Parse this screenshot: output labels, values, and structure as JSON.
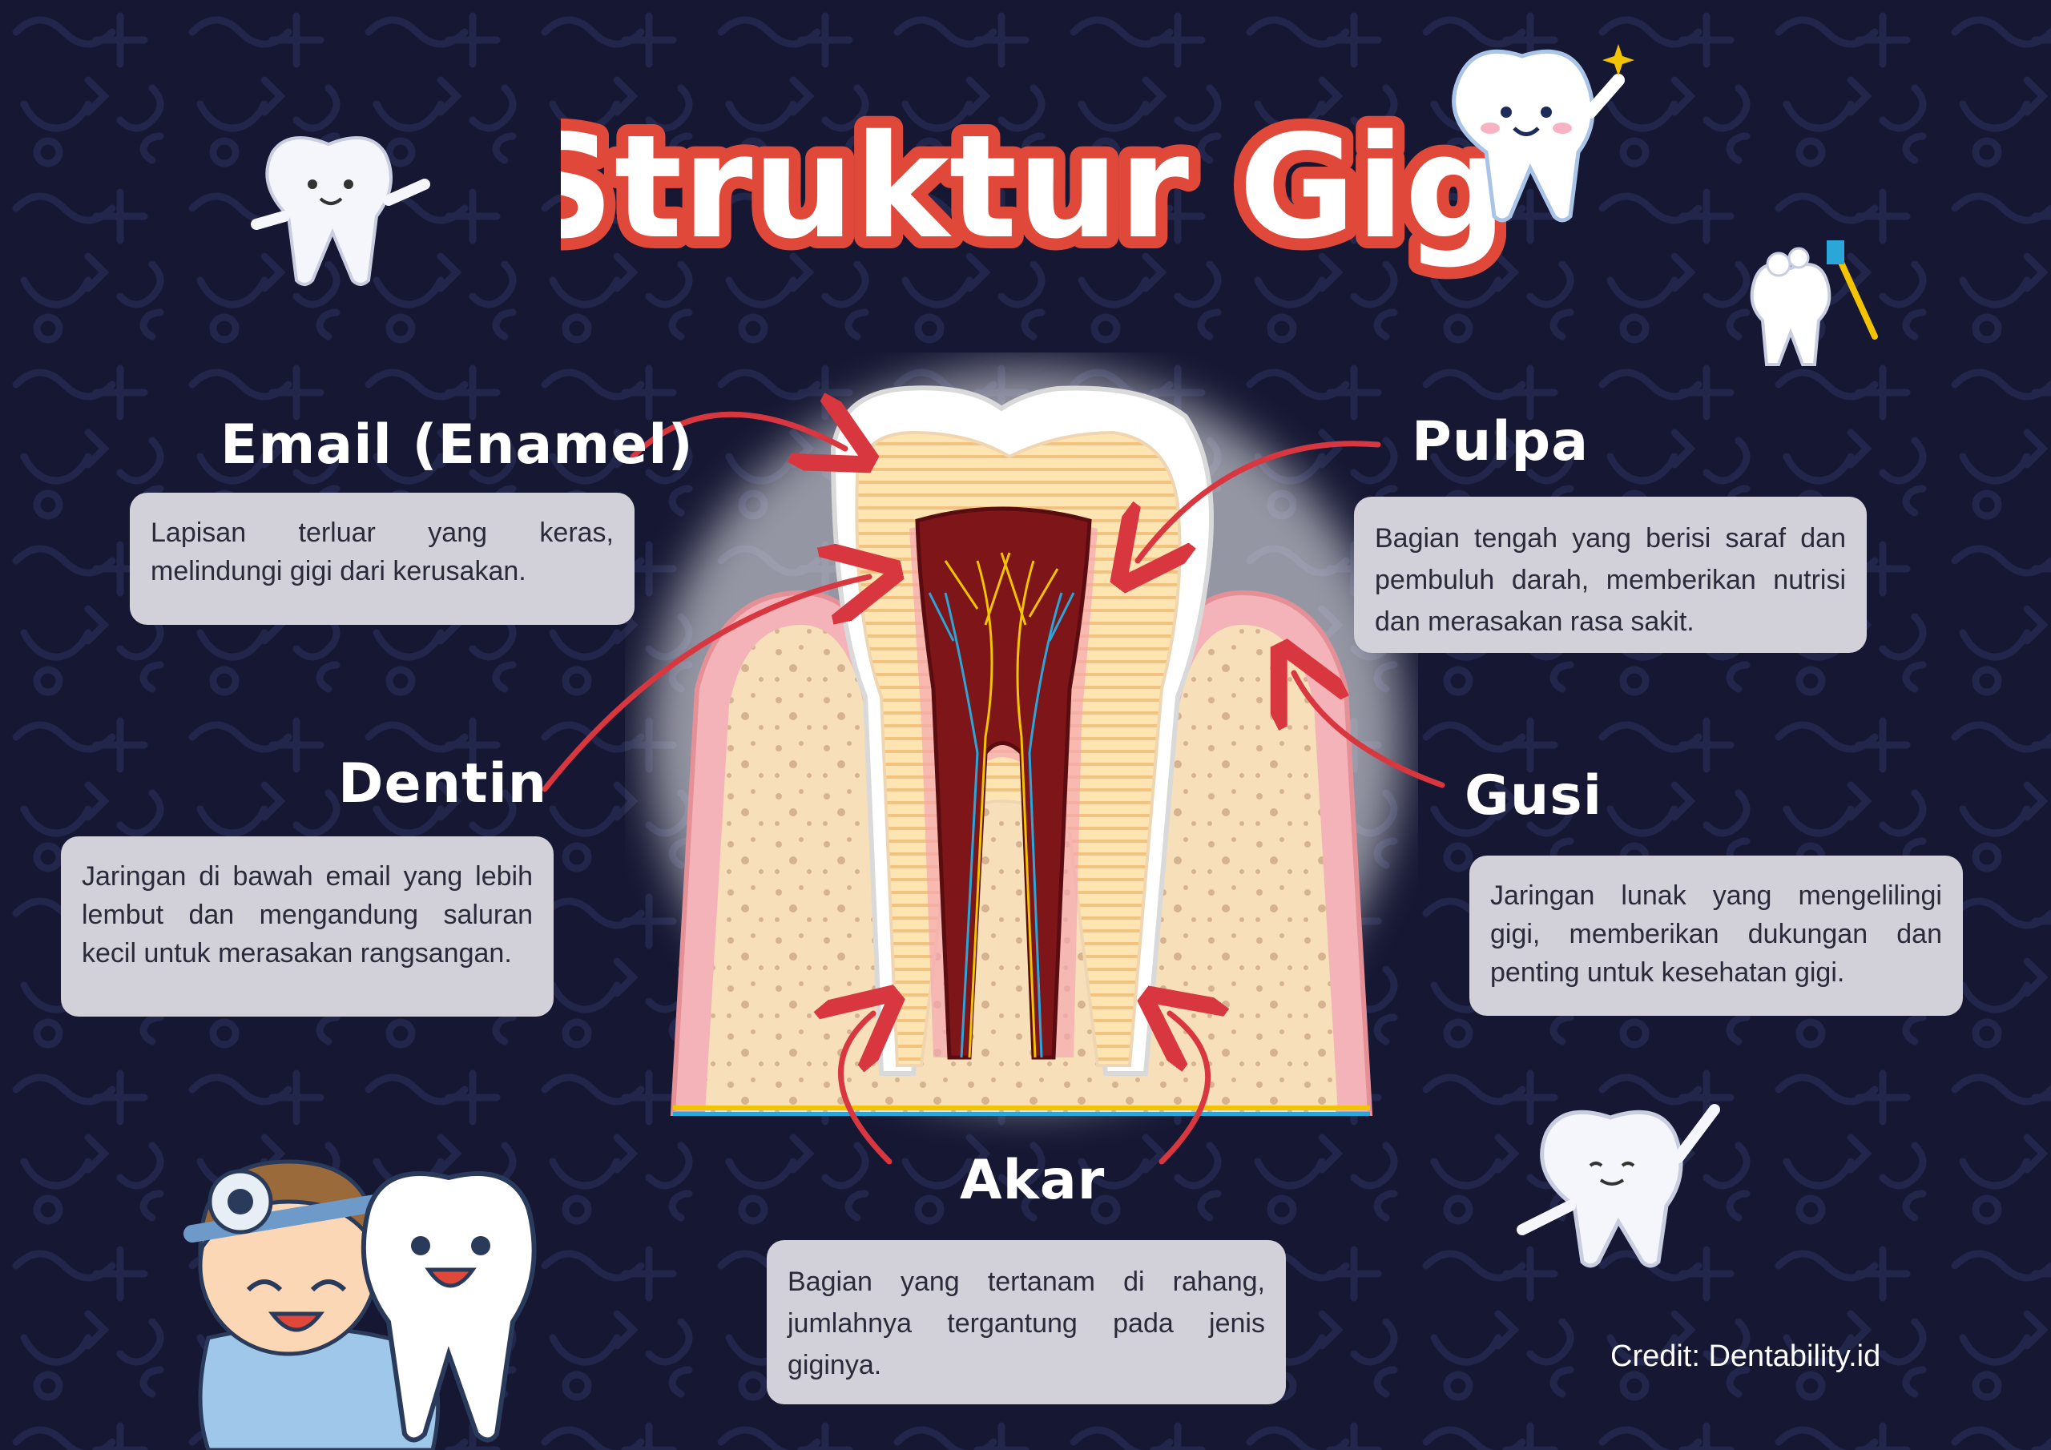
{
  "title": "Struktur Gigi",
  "colors": {
    "background": "#151733",
    "title_fill": "#ffffff",
    "title_outline": "#e0493a",
    "card": "#d2d0d8",
    "arrow": "#d9373f"
  },
  "parts": {
    "email": {
      "label": "Email (Enamel)",
      "description": "Lapisan terluar yang keras, melindungi gigi dari kerusakan."
    },
    "dentin": {
      "label": "Dentin",
      "description": "Jaringan di bawah email yang lebih lembut dan mengandung saluran kecil untuk merasakan rangsangan."
    },
    "pulpa": {
      "label": "Pulpa",
      "description": "Bagian tengah yang berisi saraf dan pembuluh darah, memberikan nutrisi dan merasakan rasa sakit."
    },
    "gusi": {
      "label": "Gusi",
      "description": "Jaringan lunak yang mengelilingi gigi, memberikan dukungan dan penting untuk kesehatan gigi."
    },
    "akar": {
      "label": "Akar",
      "description": "Bagian yang tertanam di rahang, jumlahnya tergantung pada jenis giginya."
    }
  },
  "credit": "Credit: Dentability.id",
  "icons": [
    "tooth-mascot-icon",
    "sparkle-icon",
    "toothbrush-icon",
    "dentist-icon",
    "head-mirror-icon"
  ]
}
